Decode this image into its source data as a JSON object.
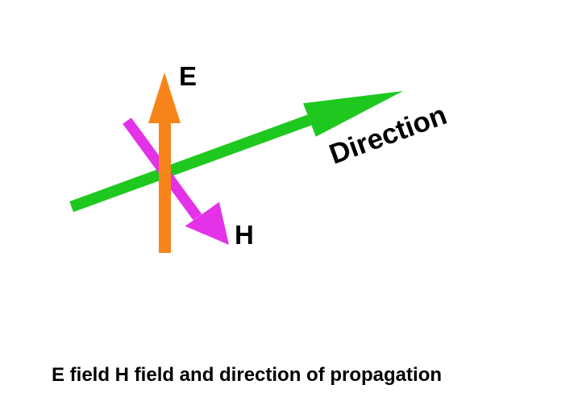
{
  "labels": {
    "e": "E",
    "h": "H",
    "direction": "Direction"
  },
  "caption": "E field H field and direction of propagation",
  "colors": {
    "e_field": "#f7841a",
    "h_field": "#e332e8",
    "direction": "#1fc81f",
    "text": "#000000",
    "background": "#ffffff"
  }
}
